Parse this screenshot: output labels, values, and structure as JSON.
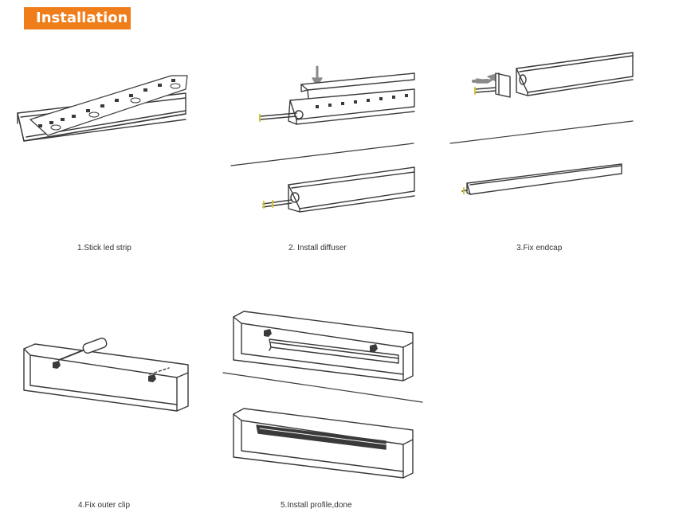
{
  "header": {
    "title": "Installation",
    "badge_color": "#ef7d1a"
  },
  "steps": [
    {
      "caption": "1.Stick led strip"
    },
    {
      "caption": "2. Install diffuser"
    },
    {
      "caption": "3.Fix endcap"
    },
    {
      "caption": "4.Fix outer clip"
    },
    {
      "caption": "5.Install profile,done"
    }
  ],
  "colors": {
    "line": "#3a3a3a",
    "arrow": "#8a8a8a",
    "wire_tip": "#d4c22a"
  }
}
